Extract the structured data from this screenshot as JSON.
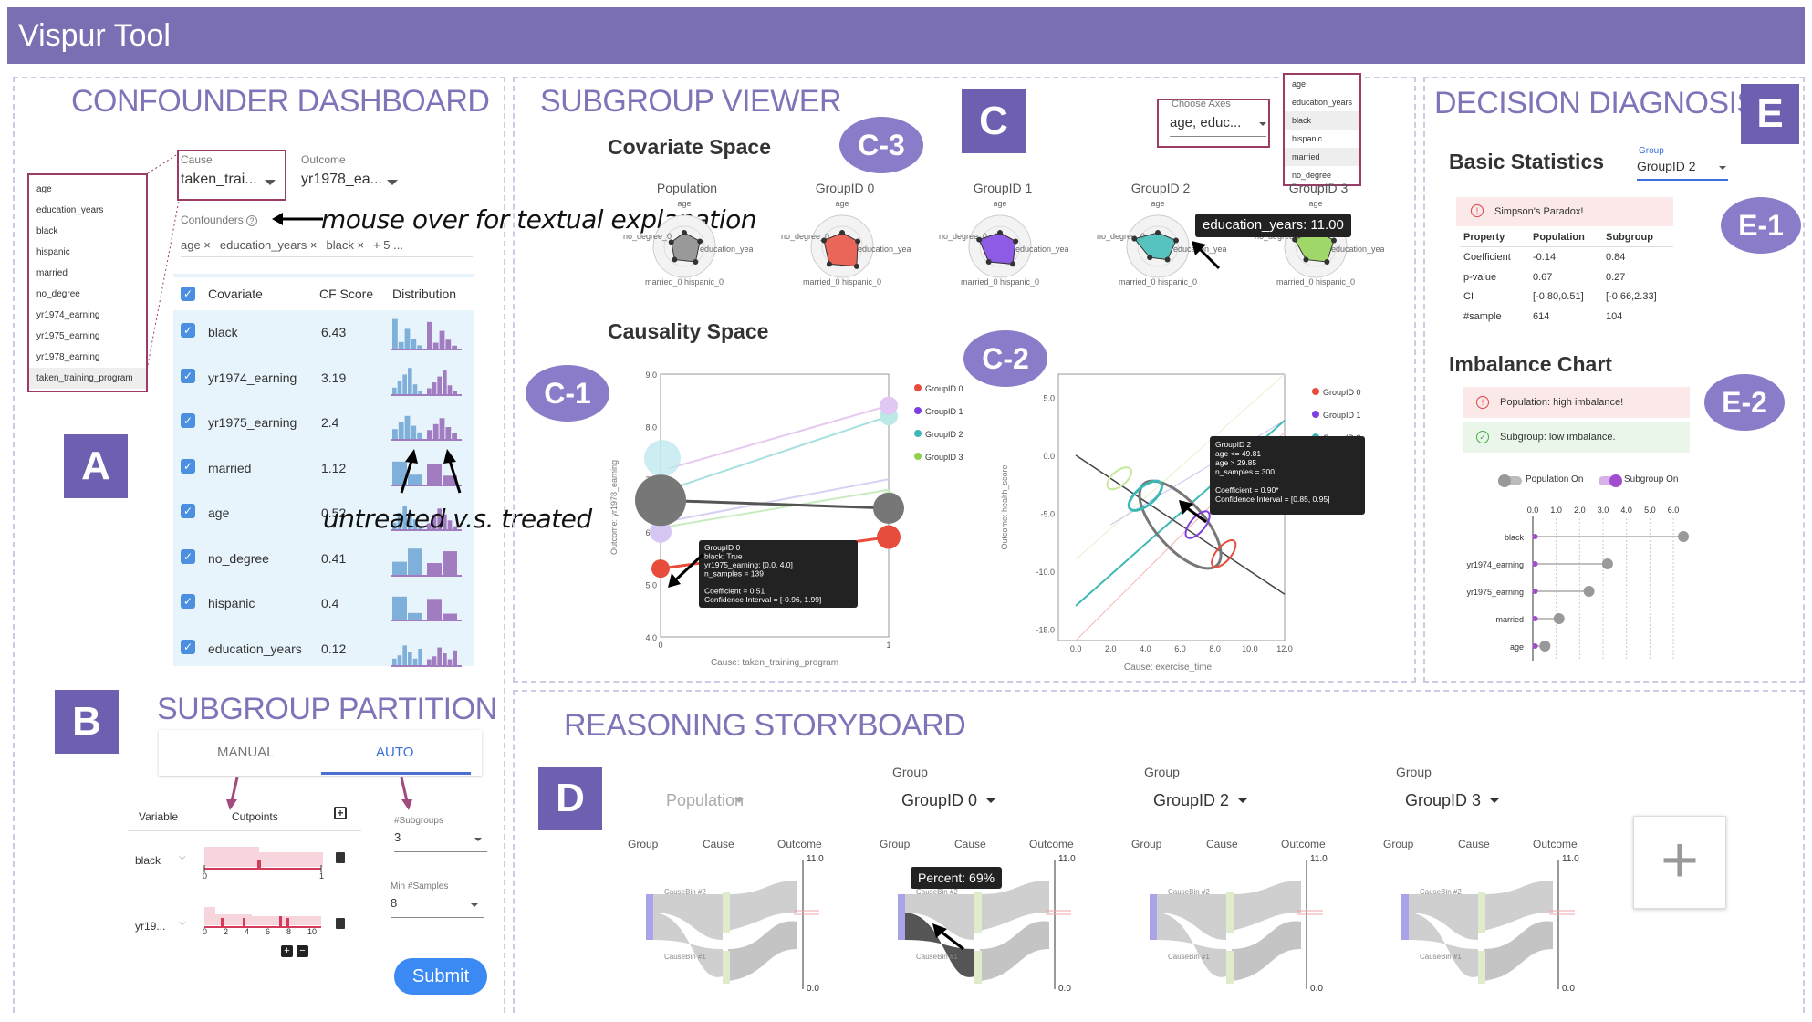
{
  "app_title": "Vispur Tool",
  "confounder": {
    "title": "CONFOUNDER DASHBOARD",
    "badge": "A",
    "list": [
      "age",
      "education_years",
      "black",
      "hispanic",
      "married",
      "no_degree",
      "yr1974_earning",
      "yr1975_earning",
      "yr1978_earning",
      "taken_training_program"
    ],
    "cause_label": "Cause",
    "cause_value": "taken_trai...",
    "outcome_label": "Outcome",
    "outcome_value": "yr1978_ea...",
    "confounders_label": "Confounders",
    "chips": [
      "age ×",
      "education_years ×",
      "black ×",
      "+ 5 ..."
    ],
    "annotation_hover": "mouse over for textual explanation",
    "annotation_treated": "untreated v.s. treated",
    "table_headers": [
      "Covariate",
      "CF Score",
      "Distribution"
    ],
    "rows": [
      {
        "name": "black",
        "score": "6.43"
      },
      {
        "name": "yr1974_earning",
        "score": "3.19"
      },
      {
        "name": "yr1975_earning",
        "score": "2.4"
      },
      {
        "name": "married",
        "score": "1.12"
      },
      {
        "name": "age",
        "score": "0.52"
      },
      {
        "name": "no_degree",
        "score": "0.41"
      },
      {
        "name": "hispanic",
        "score": "0.4"
      },
      {
        "name": "education_years",
        "score": "0.12"
      }
    ]
  },
  "partition": {
    "title": "SUBGROUP PARTITION",
    "badge": "B",
    "tab_manual": "MANUAL",
    "tab_auto": "AUTO",
    "col_variable": "Variable",
    "col_cutpoints": "Cutpoints",
    "var1": "black",
    "var2": "yr19...",
    "axis1": [
      "0",
      "1"
    ],
    "axis2": [
      "0",
      "2",
      "4",
      "6",
      "8",
      "10"
    ],
    "subgroups_label": "#Subgroups",
    "subgroups_value": "3",
    "minsamples_label": "Min #Samples",
    "minsamples_value": "8",
    "submit": "Submit"
  },
  "viewer": {
    "title": "SUBGROUP VIEWER",
    "badge": "C",
    "c3": "C-3",
    "c2": "C-2",
    "c1": "C-1",
    "axes_label": "Choose Axes",
    "axes_value": "age, educ...",
    "axes_list": [
      "age",
      "education_years",
      "black",
      "hispanic",
      "married",
      "no_degree"
    ],
    "covariate_space": "Covariate Space",
    "radar": [
      {
        "name": "Population",
        "color": "#888888"
      },
      {
        "name": "GroupID 0",
        "color": "#e74c3c"
      },
      {
        "name": "GroupID 1",
        "color": "#7b3fe0"
      },
      {
        "name": "GroupID 2",
        "color": "#3cb8b5"
      },
      {
        "name": "GroupID 3",
        "color": "#8fd14f"
      }
    ],
    "radar_axis_top": "age",
    "radar_axis_left": "no_degree_0",
    "radar_axis_right": "education_years",
    "radar_axis_bottom": "married_0  hispanic_0",
    "radar_tip": "education_years: 11.00",
    "causality_space": "Causality Space",
    "left_chart": {
      "ylabel": "Outcome: yr1978_earning",
      "xlabel": "Cause: taken_training_program",
      "yticks": [
        "9.0",
        "8.0",
        "7.0",
        "6.0",
        "5.0",
        "4.0"
      ],
      "xticks": [
        "0",
        "1"
      ],
      "legend": [
        "GroupID 0",
        "GroupID 1",
        "GroupID 2",
        "GroupID 3"
      ],
      "tooltip": [
        "GroupID 0",
        "black: True",
        "yr1975_earning: [0.0, 4.0]",
        "n_samples = 139",
        "",
        "Coefficient = 0.51",
        "Confidence Interval = [-0.96, 1.99]"
      ]
    },
    "right_chart": {
      "ylabel": "Outcome: health_score",
      "xlabel": "Cause: exercise_time",
      "yticks": [
        "5.0",
        "0.0",
        "-5.0",
        "-10.0",
        "-15.0"
      ],
      "xticks": [
        "0.0",
        "2.0",
        "4.0",
        "6.0",
        "8.0",
        "10.0",
        "12.0"
      ],
      "legend": [
        "GroupID 0",
        "GroupID 1",
        "GroupID 2",
        "GroupID 3"
      ],
      "tooltip": [
        "GroupID 2",
        "age <= 49.81",
        "age > 29.85",
        "n_samples = 300",
        "",
        "Coefficient = 0.90*",
        "Confidence Interval = [0.85, 0.95]"
      ]
    }
  },
  "diagnosis": {
    "title": "DECISION DIAGNOSIS",
    "badge": "E",
    "e1": "E-1",
    "e2": "E-2",
    "basic_stats": "Basic Statistics",
    "group_label": "Group",
    "group_value": "GroupID 2",
    "simpson": "Simpson's Paradox!",
    "stat_headers": [
      "Property",
      "Population",
      "Subgroup"
    ],
    "stats": [
      [
        "Coefficient",
        "-0.14",
        "0.84"
      ],
      [
        "p-value",
        "0.67",
        "0.27"
      ],
      [
        "CI",
        "[-0.80,0.51]",
        "[-0.66,2.33]"
      ],
      [
        "#sample",
        "614",
        "104"
      ]
    ],
    "imbalance_chart": "Imbalance Chart",
    "pop_imbalance": "Population: high imbalance!",
    "sub_imbalance": "Subgroup: low imbalance.",
    "toggle_pop": "Population On",
    "toggle_sub": "Subgroup On",
    "axis_ticks": [
      "0.0",
      "1.0",
      "2.0",
      "3.0",
      "4.0",
      "5.0",
      "6.0"
    ],
    "bars": [
      {
        "name": "black",
        "pop": 6.43,
        "sub": 0.1
      },
      {
        "name": "yr1974_earning",
        "pop": 3.19,
        "sub": 0.1
      },
      {
        "name": "yr1975_earning",
        "pop": 2.4,
        "sub": 0.1
      },
      {
        "name": "married",
        "pop": 1.12,
        "sub": 0.1
      },
      {
        "name": "age",
        "pop": 0.52,
        "sub": 0.1
      }
    ]
  },
  "storyboard": {
    "title": "REASONING STORYBOARD",
    "badge": "D",
    "group_label": "Group",
    "col_headers": [
      "Group",
      "Cause",
      "Outcome"
    ],
    "bin2": "CauseBin #2",
    "bin1": "CauseBin #1",
    "ymax": "11.0",
    "ymin": "0.0",
    "panels": [
      "Population",
      "GroupID 0",
      "GroupID 2",
      "GroupID 3"
    ],
    "percent_tip": "Percent: 69%",
    "add": "+"
  }
}
